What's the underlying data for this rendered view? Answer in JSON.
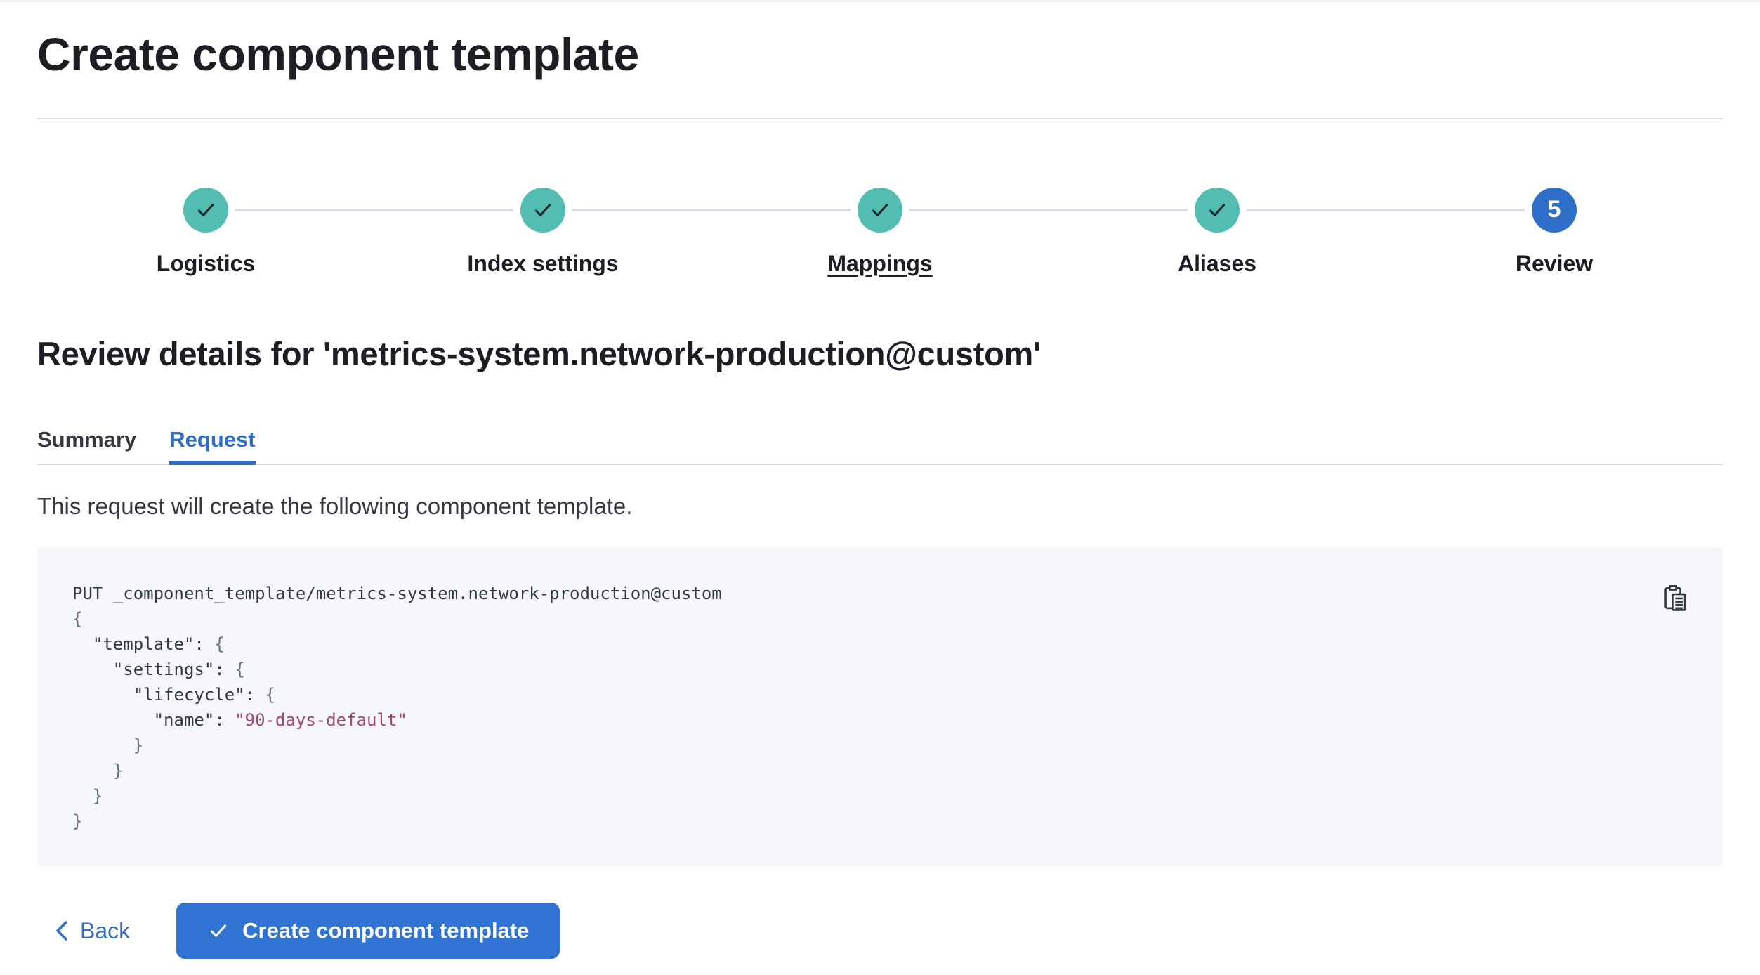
{
  "page": {
    "title": "Create component template"
  },
  "steps": [
    {
      "label": "Logistics",
      "status": "complete"
    },
    {
      "label": "Index settings",
      "status": "complete"
    },
    {
      "label": "Mappings",
      "status": "complete",
      "underlined": true
    },
    {
      "label": "Aliases",
      "status": "complete"
    },
    {
      "label": "Review",
      "status": "current",
      "number": "5"
    }
  ],
  "review": {
    "heading": "Review details for 'metrics-system.network-production@custom'",
    "tabs": [
      {
        "label": "Summary",
        "active": false
      },
      {
        "label": "Request",
        "active": true
      }
    ],
    "description": "This request will create the following component template."
  },
  "code": {
    "copy_icon": "copy-clipboard-icon",
    "lines": [
      [
        [
          "plain",
          "PUT _component_template/metrics-system.network-production@custom"
        ]
      ],
      [
        [
          "punct",
          "{"
        ]
      ],
      [
        [
          "key",
          "  \"template\": "
        ],
        [
          "punct",
          "{"
        ]
      ],
      [
        [
          "key",
          "    \"settings\": "
        ],
        [
          "punct",
          "{"
        ]
      ],
      [
        [
          "key",
          "      \"lifecycle\": "
        ],
        [
          "punct",
          "{"
        ]
      ],
      [
        [
          "key",
          "        \"name\": "
        ],
        [
          "string",
          "\"90-days-default\""
        ]
      ],
      [
        [
          "punct",
          "      }"
        ]
      ],
      [
        [
          "punct",
          "    }"
        ]
      ],
      [
        [
          "punct",
          "  }"
        ]
      ],
      [
        [
          "punct",
          "}"
        ]
      ]
    ]
  },
  "footer": {
    "back_label": "Back",
    "create_label": "Create component template"
  },
  "colors": {
    "primary": "#2F6EC9",
    "primary-button": "#3173D2",
    "success": "#54BDB1",
    "heading": "#1D1E24",
    "text": "#343741",
    "border": "#D3DAE6",
    "code-bg": "#F5F7FA",
    "code-punct": "#69707D",
    "code-string": "#A34A68",
    "check-dark": "#16262B"
  }
}
